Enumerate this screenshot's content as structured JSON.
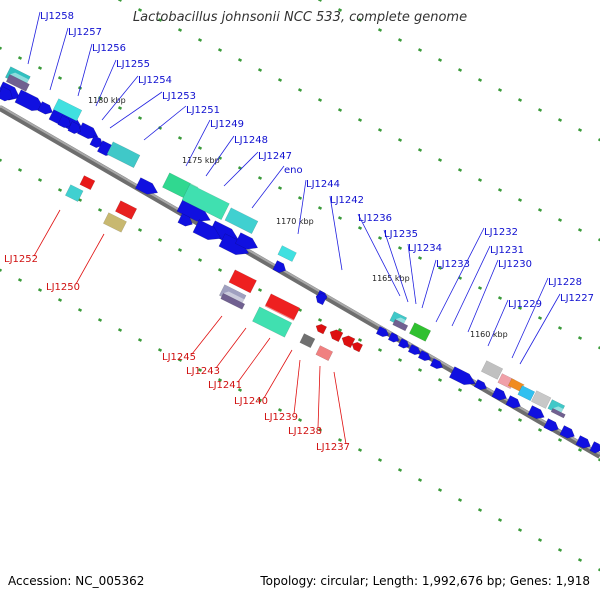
{
  "title": "Lactobacillus johnsonii NCC 533, complete genome",
  "accession": "Accession: NC_005362",
  "summary": "Topology: circular; Length: 1,992,676 bp; Genes: 1,918",
  "colors": {
    "forward": "#1010e0",
    "reverse": "#dd1010",
    "axis": "#808080",
    "tick": "#3a9a3a"
  },
  "scale_labels": [
    "1180 kbp",
    "1175 kbp",
    "1170 kbp",
    "1165 kbp",
    "1160 kbp"
  ],
  "forward_labels": [
    "LJ1258",
    "LJ1257",
    "LJ1256",
    "LJ1255",
    "LJ1254",
    "LJ1253",
    "LJ1251",
    "LJ1249",
    "LJ1248",
    "LJ1247",
    "eno",
    "LJ1244",
    "LJ1242",
    "LJ1236",
    "LJ1235",
    "LJ1234",
    "LJ1233",
    "LJ1232",
    "LJ1231",
    "LJ1230",
    "LJ1229",
    "LJ1228",
    "LJ1227"
  ],
  "reverse_labels": [
    "LJ1252",
    "LJ1250",
    "LJ1245",
    "LJ1243",
    "LJ1241",
    "LJ1240",
    "LJ1239",
    "LJ1238",
    "LJ1237"
  ]
}
